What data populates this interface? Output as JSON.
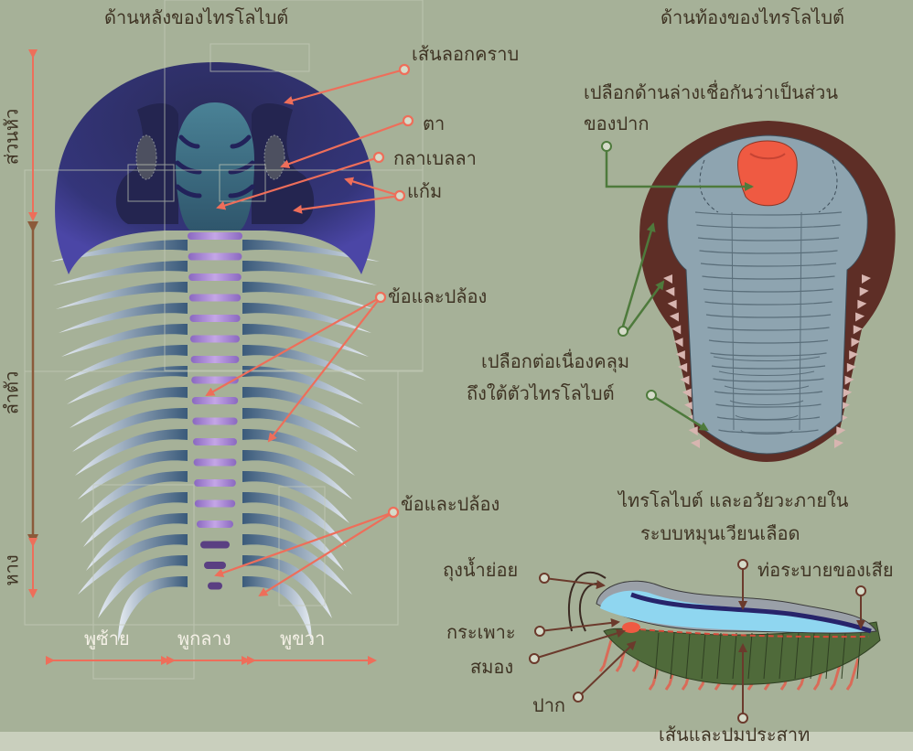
{
  "dorsal": {
    "title": "ด้านหลังของไทรโลไบต์",
    "labels": {
      "molt_line": "เส้นลอกคราบ",
      "eye": "ตา",
      "glabella": "กลาเบลลา",
      "cheek": "แก้ม",
      "segments_upper": "ข้อและปล้อง",
      "segments_lower": "ข้อและปล้อง"
    },
    "regions": {
      "head": "ส่วนหัว",
      "thorax": "ลำตัว",
      "tail": "หาง"
    },
    "lobes": {
      "left": "พูซ้าย",
      "middle": "พูกลาง",
      "right": "พูขวา"
    }
  },
  "ventral": {
    "title": "ด้านท้องของไทรโลไบต์",
    "mouth_plate_line1": "เปลือกด้านล่างเชื่อกันว่าเป็นส่วน",
    "mouth_plate_line2": "ของปาก",
    "doublure_line1": "เปลือกต่อเนื่องคลุม",
    "doublure_line2": "ถึงใต้ตัวไทรโลไบต์"
  },
  "internal": {
    "title": "ไทรโลไบต์ และอวัยวะภายใน",
    "labels": {
      "circulatory": "ระบบหมุนเวียนเลือด",
      "crop": "ถุงน้ำย่อย",
      "anus": "ท่อระบายของเสีย",
      "stomach": "กระเพาะ",
      "brain": "สมอง",
      "mouth": "ปาก",
      "nerve_cord": "เส้นและปมประสาท"
    }
  },
  "colors": {
    "background": "#a6b198",
    "pointer": "#ee6e5a",
    "green_pointer": "#4e7a3c",
    "dark_pointer": "#6b3a2c",
    "region_arrow": "#8b5a3a",
    "dorsal_shield": "#2c2f63",
    "glabella": "#3e6a7e",
    "axis_segments": "#9a6ec4",
    "ventral_body": "#8ea4b0",
    "ventral_rim": "#5e2e26",
    "hypostome": "#ef5a42"
  }
}
